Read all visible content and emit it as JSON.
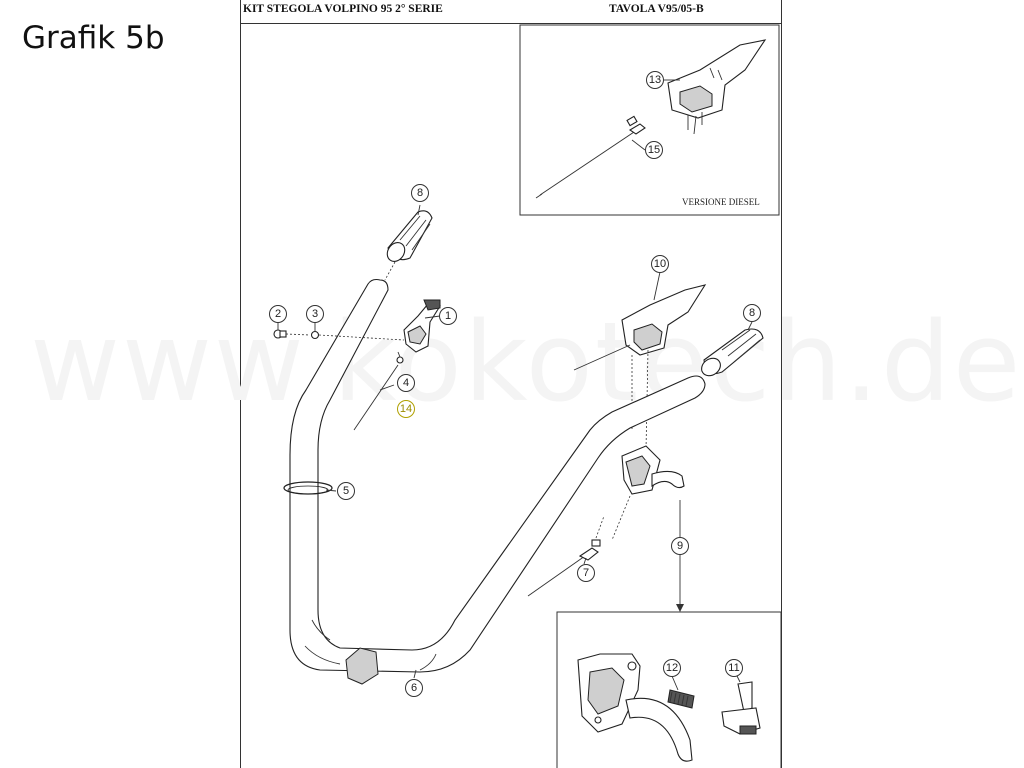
{
  "page_label": "Grafik 5b",
  "header": {
    "kit_title": "KIT STEGOLA VOLPINO 95 2° SERIE",
    "table_code": "TAVOLA V95/05-B"
  },
  "inset_diesel": {
    "note": "VERSIONE DIESEL"
  },
  "watermark": "www.kokotech.de",
  "callouts": {
    "c1": "1",
    "c2": "2",
    "c3": "3",
    "c4": "4",
    "c5": "5",
    "c6": "6",
    "c7": "7",
    "c8a": "8",
    "c8b": "8",
    "c9": "9",
    "c10": "10",
    "c11": "11",
    "c12": "12",
    "c13": "13",
    "c14": "14",
    "c15": "15"
  },
  "colors": {
    "line": "#333333",
    "highlight": "#b0a000"
  }
}
